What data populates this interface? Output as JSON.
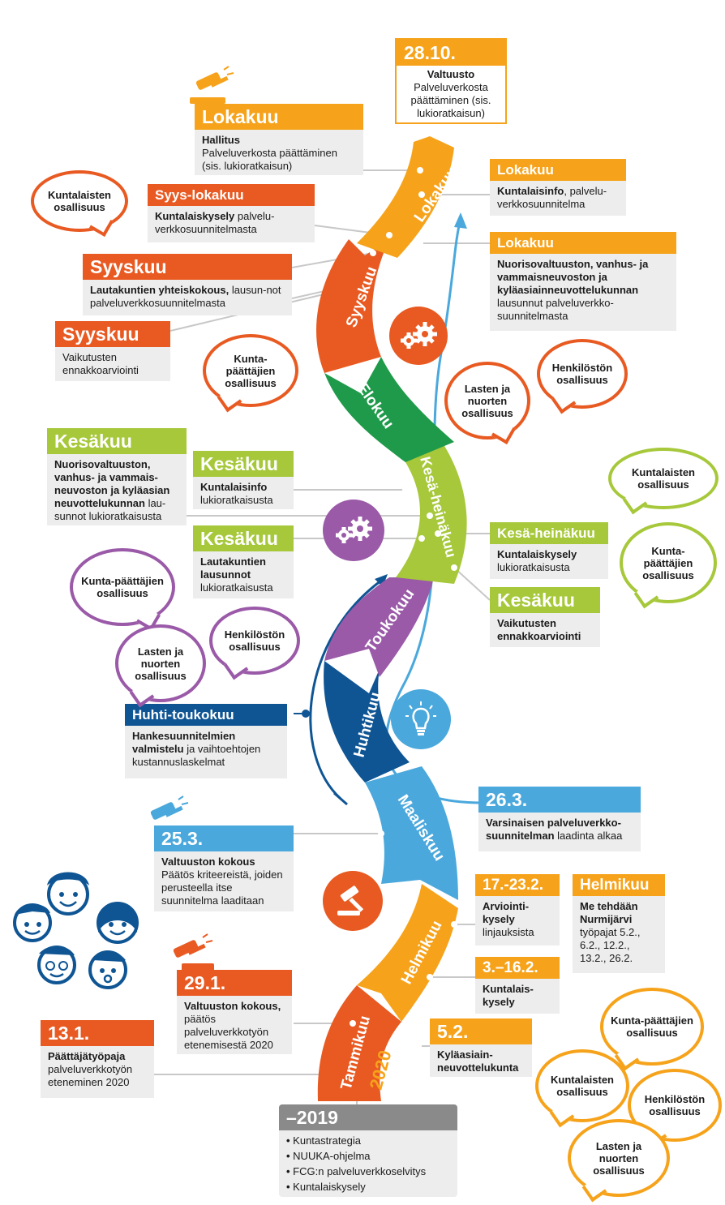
{
  "colors": {
    "orange": "#e85a22",
    "amber": "#f6a31b",
    "green": "#1f9a4a",
    "lime": "#a6c83a",
    "purple": "#9a5aa8",
    "navy": "#0f5594",
    "blue": "#4aa8dc",
    "gray": "#8a8a8a"
  },
  "road": {
    "tammikuu": "Tammikuu",
    "year": "2020",
    "helmikuu": "Helmikuu",
    "maaliskuu": "Maaliskuu",
    "huhtikuu": "Huhtikuu",
    "toukokuu": "Toukokuu",
    "kesaheinakuu": "Kesä-heinäkuu",
    "elokuu": "Elokuu",
    "syyskuu": "Syyskuu",
    "lokakuu": "Lokakuu"
  },
  "cards": {
    "c2810": {
      "title": "28.10.",
      "b1": "Valtuusto",
      "t1": "Palveluverkosta päättäminen (sis. lukioratkaisun)"
    },
    "lokakuu_hallitus": {
      "title": "Lokakuu",
      "b1": "Hallitus",
      "t1": "Palveluverkosta päättäminen (sis. lukioratkaisun)"
    },
    "lokakuu_info": {
      "title": "Lokakuu",
      "b1": "Kuntalaisinfo",
      "t1": ", palvelu-verkkosuunnitelma"
    },
    "syys_lokakuu": {
      "title": "Syys-lokakuu",
      "b1": "Kuntalaiskysely",
      "t1": " palvelu-verkkosuunnitelmasta"
    },
    "lokakuu_nuoriso": {
      "title": "Lokakuu",
      "b1": "Nuorisovaltuuston, vanhus- ja vammaisneuvoston ja kyläasiainneuvottelukunnan",
      "t1": " lausunnut palveluverkko-suunnitelmasta"
    },
    "syyskuu_lautakunnat": {
      "title": "Syyskuu",
      "b1": "Lautakuntien yhteiskokous,",
      "t1": " lausun-not palveluverkkosuunnitelmasta"
    },
    "syyskuu_vaikutus": {
      "title": "Syyskuu",
      "t1": "Vaikutusten ennakkoarviointi"
    },
    "kesakuu_nuoriso": {
      "title": "Kesäkuu",
      "b1": "Nuorisovaltuuston, vanhus- ja vammais-neuvoston ja kyläasian neuvottelukunnan",
      "t1": " lau-sunnot lukioratkaisusta"
    },
    "kesakuu_info": {
      "title": "Kesäkuu",
      "b1": "Kuntalaisinfo",
      "t1": " lukioratkaisusta"
    },
    "kesakuu_lautakunnat": {
      "title": "Kesäkuu",
      "b1": "Lautakuntien lausunnot",
      "t1": " lukioratkaisusta"
    },
    "kesaheinakuu_kysely": {
      "title": "Kesä-heinäkuu",
      "b1": "Kuntalaiskysely",
      "t1": " lukioratkaisusta"
    },
    "kesakuu_vaikutus": {
      "title": "Kesäkuu",
      "b1": "Vaikutusten ennakkoarviointi"
    },
    "huhti_toukokuu": {
      "title": "Huhti-toukokuu",
      "b1": "Hankesuunnitelmien valmistelu",
      "t1": " ja vaihtoehtojen kustannuslaskelmat"
    },
    "c263": {
      "title": "26.3.",
      "b1": "Varsinaisen palveluverkko-suunnitelman",
      "t1": " laadinta alkaa"
    },
    "c253": {
      "title": "25.3.",
      "b1": "Valtuuston kokous",
      "t1": "Päätös kriteereistä, joiden perusteella itse suunnitelma laaditaan"
    },
    "c1723": {
      "title": "17.-23.2.",
      "b1": "Arviointi-kysely",
      "t1": "linjauksista"
    },
    "helmikuu": {
      "title": "Helmikuu",
      "b1": "Me tehdään Nurmijärvi",
      "t1": "työpajat 5.2., 6.2., 12.2., 13.2., 26.2."
    },
    "c316": {
      "title": "3.–16.2.",
      "b1": "Kuntalais-kysely"
    },
    "c291": {
      "title": "29.1.",
      "b1": "Valtuuston kokous,",
      "t1": " päätös palveluverkkotyön etenemisestä 2020"
    },
    "c52": {
      "title": "5.2.",
      "b1": "Kyläasiain-neuvottelukunta"
    },
    "c131": {
      "title": "13.1.",
      "b1": "Päättäjätyöpaja",
      "t1": "palveluverkkotyön eteneminen 2020"
    },
    "c2019": {
      "title": "–2019",
      "items": [
        "Kuntastrategia",
        "NUUKA-ohjelma",
        "FCG:n palveluverkkoselvitys",
        "Kuntalaiskysely"
      ]
    }
  },
  "bubbles": {
    "o1": "Kuntalaisten osallisuus",
    "o2": "Kunta-päättäjien osallisuus",
    "o3": "Lasten ja nuorten osallisuus",
    "o4": "Henkilöstön osallisuus",
    "p1": "Kunta-päättäjien osallisuus",
    "p2": "Lasten ja nuorten osallisuus",
    "p3": "Henkilöstön osallisuus",
    "g1": "Kuntalaisten osallisuus",
    "g2": "Kunta-päättäjien osallisuus",
    "a1": "Kunta-päättäjien osallisuus",
    "a2": "Kuntalaisten osallisuus",
    "a3": "Henkilöstön osallisuus",
    "a4": "Lasten ja nuorten osallisuus"
  },
  "icons": [
    "gears-icon",
    "lightbulb-icon",
    "gavel-icon",
    "people-faces-icon",
    "houses-icon"
  ]
}
